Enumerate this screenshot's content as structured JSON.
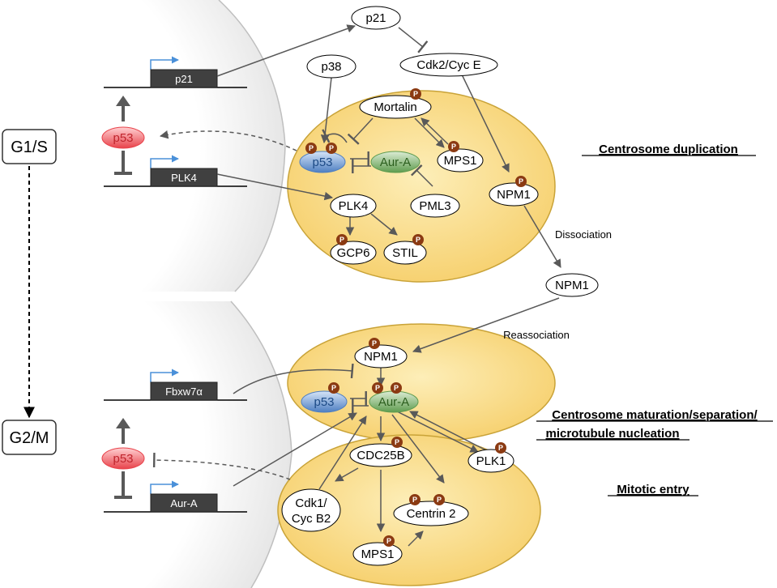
{
  "phases": {
    "g1s": "G1/S",
    "g2m": "G2/M"
  },
  "sections": {
    "duplication": "Centrosome duplication",
    "maturation_line1": "Centrosome maturation/separation/",
    "maturation_line2": "microtubule nucleation",
    "mitotic_entry": "Mitotic entry"
  },
  "genes": {
    "p21": "p21",
    "plk4": "PLK4",
    "fbxw7a": "Fbxw7α",
    "aura": "Aur-A"
  },
  "nucleus": {
    "p53_top": "p53",
    "p53_bottom": "p53"
  },
  "nodes": {
    "p21_protein": "p21",
    "cdk2_cyce": "Cdk2/Cyc E",
    "p38": "p38",
    "mortalin": "Mortalin",
    "p53_c1": "p53",
    "aura_c1": "Aur-A",
    "mps1_c1": "MPS1",
    "pml3": "PML3",
    "npm1_c1": "NPM1",
    "plk4_c1": "PLK4",
    "gcp6": "GCP6",
    "stil": "STIL",
    "npm1_free": "NPM1",
    "npm1_c2": "NPM1",
    "p53_c2": "p53",
    "aura_c2": "Aur-A",
    "plk1": "PLK1",
    "cdc25b": "CDC25B",
    "cdk1_line1": "Cdk1/",
    "cdk1_line2": "Cyc B2",
    "centrin2": "Centrin 2",
    "mps1_c3": "MPS1"
  },
  "edges": {
    "dissociation": "Dissociation",
    "reassociation": "Reassociation"
  },
  "phospho_label": "P",
  "colors": {
    "centrosome_fill": "#f8d77a",
    "centrosome_stroke": "#c9a338",
    "gene_box": "#404040",
    "p53_red": "#e8434b",
    "p53_blue": "#4e7fc2",
    "aura_green": "#5f9c4f",
    "phospho": "#8b3a12",
    "promoter_arrow": "#4a90d9",
    "arrow": "#595959"
  }
}
